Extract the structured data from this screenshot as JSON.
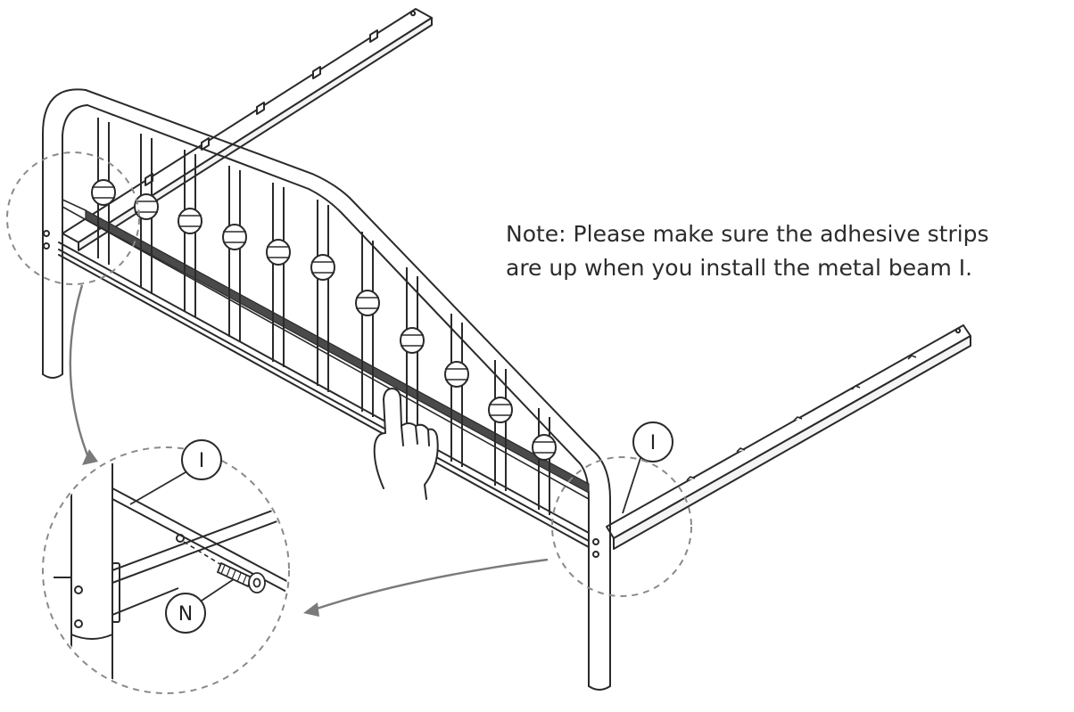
{
  "note": {
    "line1": "Note: Please make sure the adhesive strips",
    "line2": "are up when you install the metal beam I."
  },
  "callouts": {
    "beam_main": "I",
    "beam_detail": "I",
    "bolt_detail": "N"
  },
  "colors": {
    "line": "#2a2a2a",
    "dashed": "#8a8a8a",
    "arrow": "#7a7a7a",
    "strip": "#4a4a4a"
  },
  "icons": [
    "pointing-hand-icon",
    "bolt-icon"
  ]
}
